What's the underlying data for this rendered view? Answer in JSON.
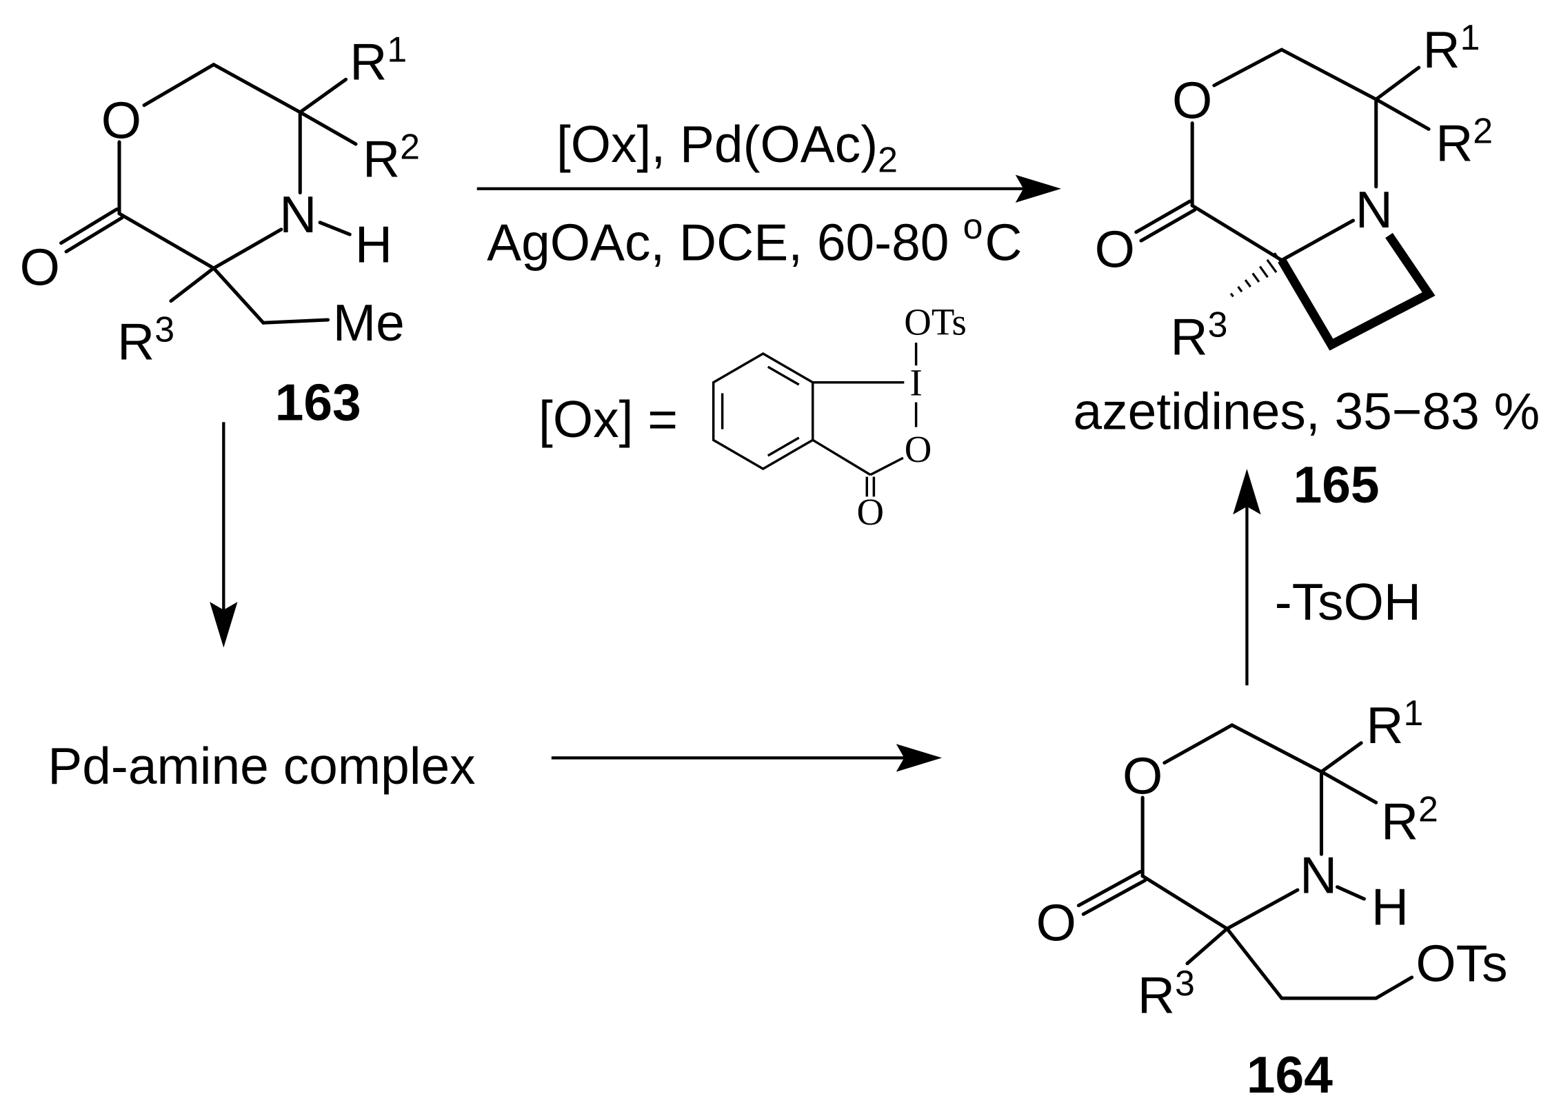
{
  "colors": {
    "ink": "#000000",
    "background": "#ffffff"
  },
  "compound_163": {
    "number": "163",
    "ring_oxygen": "O",
    "carbonyl_oxygen": "O",
    "nitrogen": "N",
    "amine_hydrogen": "H",
    "r1": {
      "symbol": "R",
      "index": "1"
    },
    "r2": {
      "symbol": "R",
      "index": "2"
    },
    "r3": {
      "symbol": "R",
      "index": "3"
    },
    "terminal_group": "Me"
  },
  "step_1": {
    "reagents": {
      "text": "[Ox], Pd(OAc)",
      "subscript": "2"
    },
    "conditions": {
      "text": "AgOAc, DCE, 60-80",
      "degree": "o",
      "unit": "C"
    }
  },
  "oxidant": {
    "label": "[Ox] =",
    "iodine": "I",
    "leaving_group": "OTs",
    "ring_oxygen": "O",
    "carbonyl_oxygen": "O"
  },
  "compound_165": {
    "number": "165",
    "caption": "azetidines, 35−83 %",
    "ring_oxygen": "O",
    "carbonyl_oxygen": "O",
    "nitrogen": "N",
    "r1": {
      "symbol": "R",
      "index": "1"
    },
    "r2": {
      "symbol": "R",
      "index": "2"
    },
    "r3": {
      "symbol": "R",
      "index": "3"
    }
  },
  "step_2": {
    "intermediate": "Pd-amine complex"
  },
  "compound_164": {
    "number": "164",
    "ring_oxygen": "O",
    "carbonyl_oxygen": "O",
    "nitrogen": "N",
    "amine_hydrogen": "H",
    "r1": {
      "symbol": "R",
      "index": "1"
    },
    "r2": {
      "symbol": "R",
      "index": "2"
    },
    "r3": {
      "symbol": "R",
      "index": "3"
    },
    "terminal_group": "OTs"
  },
  "step_3": {
    "byproduct": "-TsOH"
  }
}
